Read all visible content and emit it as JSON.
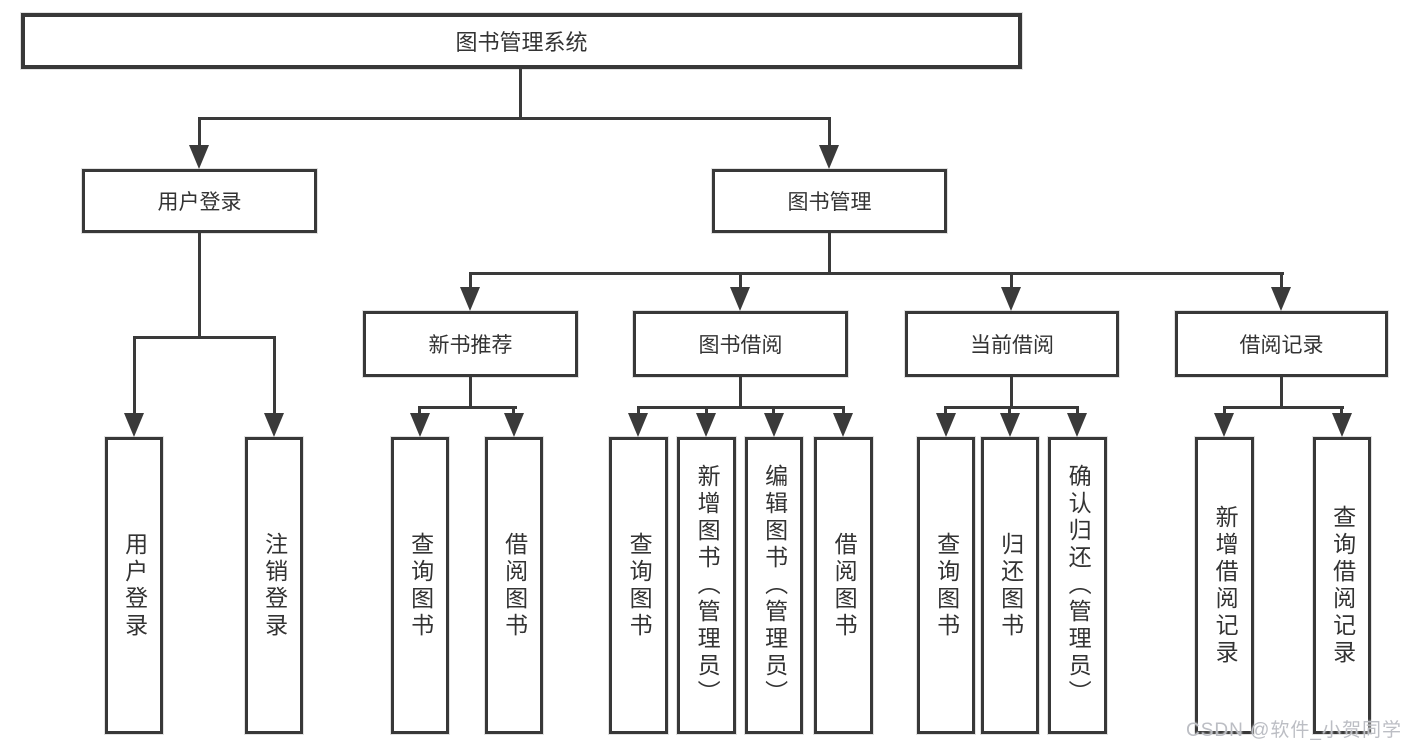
{
  "diagram": {
    "root": {
      "label": "图书管理系统"
    },
    "level2": [
      {
        "label": "用户登录"
      },
      {
        "label": "图书管理"
      }
    ],
    "level3": [
      {
        "label": "新书推荐"
      },
      {
        "label": "图书借阅"
      },
      {
        "label": "当前借阅"
      },
      {
        "label": "借阅记录"
      }
    ],
    "leaves": {
      "user": [
        {
          "label": "用户登录"
        },
        {
          "label": "注销登录"
        }
      ],
      "recommend": [
        {
          "label": "查询图书"
        },
        {
          "label": "借阅图书"
        }
      ],
      "borrow": [
        {
          "label": "查询图书"
        },
        {
          "label": "新增图书（管理员）"
        },
        {
          "label": "编辑图书（管理员）"
        },
        {
          "label": "借阅图书"
        }
      ],
      "current": [
        {
          "label": "查询图书"
        },
        {
          "label": "归还图书"
        },
        {
          "label": "确认归还（管理员）"
        }
      ],
      "records": [
        {
          "label": "新增借阅记录"
        },
        {
          "label": "查询借阅记录"
        }
      ]
    },
    "watermark": "CSDN @软件_小贺同学",
    "colors": {
      "line": "#3a3a3a",
      "text": "#333333",
      "background": "#ffffff",
      "watermark": "#bcbec4"
    }
  }
}
